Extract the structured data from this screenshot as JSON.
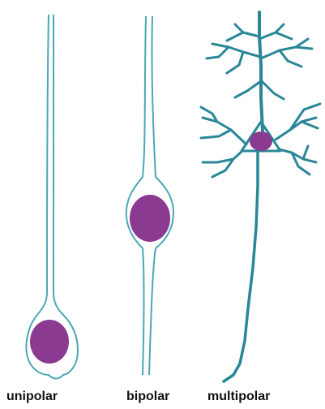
{
  "labels": {
    "unipolar": "unipolar",
    "bipolar": "bipolar",
    "multipolar": "multipolar"
  },
  "colors": {
    "membrane": "#4ba8b6",
    "membrane_dark": "#2a8797",
    "nucleus": "#8b3a92",
    "background": "#ffffff"
  }
}
